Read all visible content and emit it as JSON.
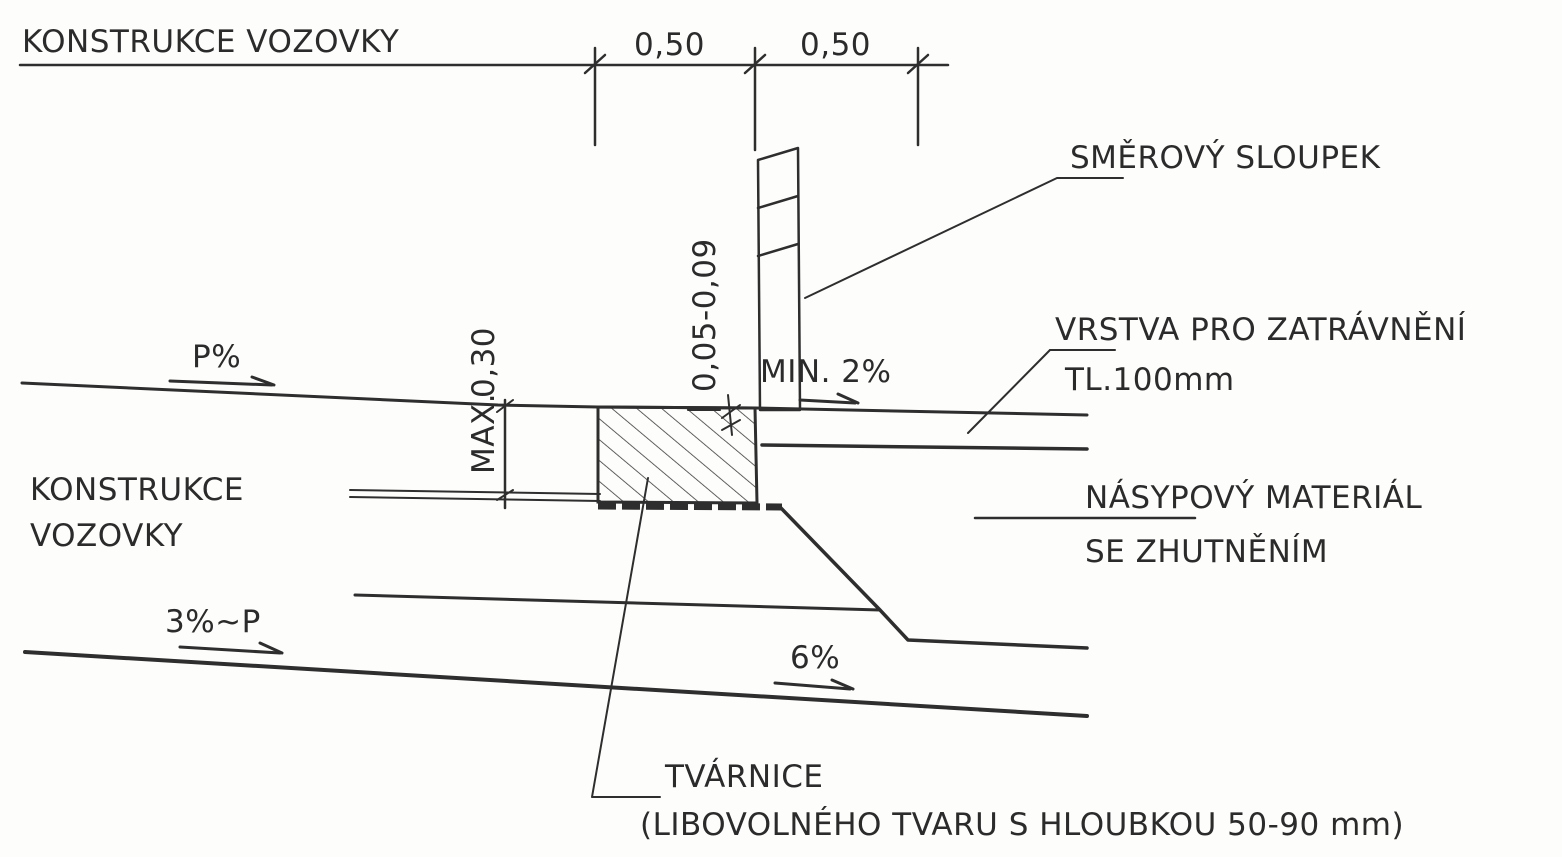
{
  "labels": {
    "top_title": "KONSTRUKCE VOZOVKY",
    "dim_left": "0,50",
    "dim_right": "0,50",
    "post": "SMĚROVÝ SLOUPEK",
    "dim_vertical": "0,05-0,09",
    "max_line1": "MAX.",
    "max_value": "0,30",
    "slope_top": "P%",
    "min_slope": "MIN. 2%",
    "grass_line1": "VRSTVA PRO ZATRÁVNĚNÍ",
    "grass_line2": "TL.100mm",
    "road_line1": "KONSTRUKCE",
    "road_line2": "VOZOVKY",
    "fill_line1": "NÁSYPOVÝ MATERIÁL",
    "fill_line2": "SE ZHUTNĚNÍM",
    "slope_bottom": "3%~P",
    "slope_subgrade": "6%",
    "block_line1": "TVÁRNICE",
    "block_line2": "(LIBOVOLNÉHO TVARU S HLOUBKOU 50-90 mm)"
  }
}
